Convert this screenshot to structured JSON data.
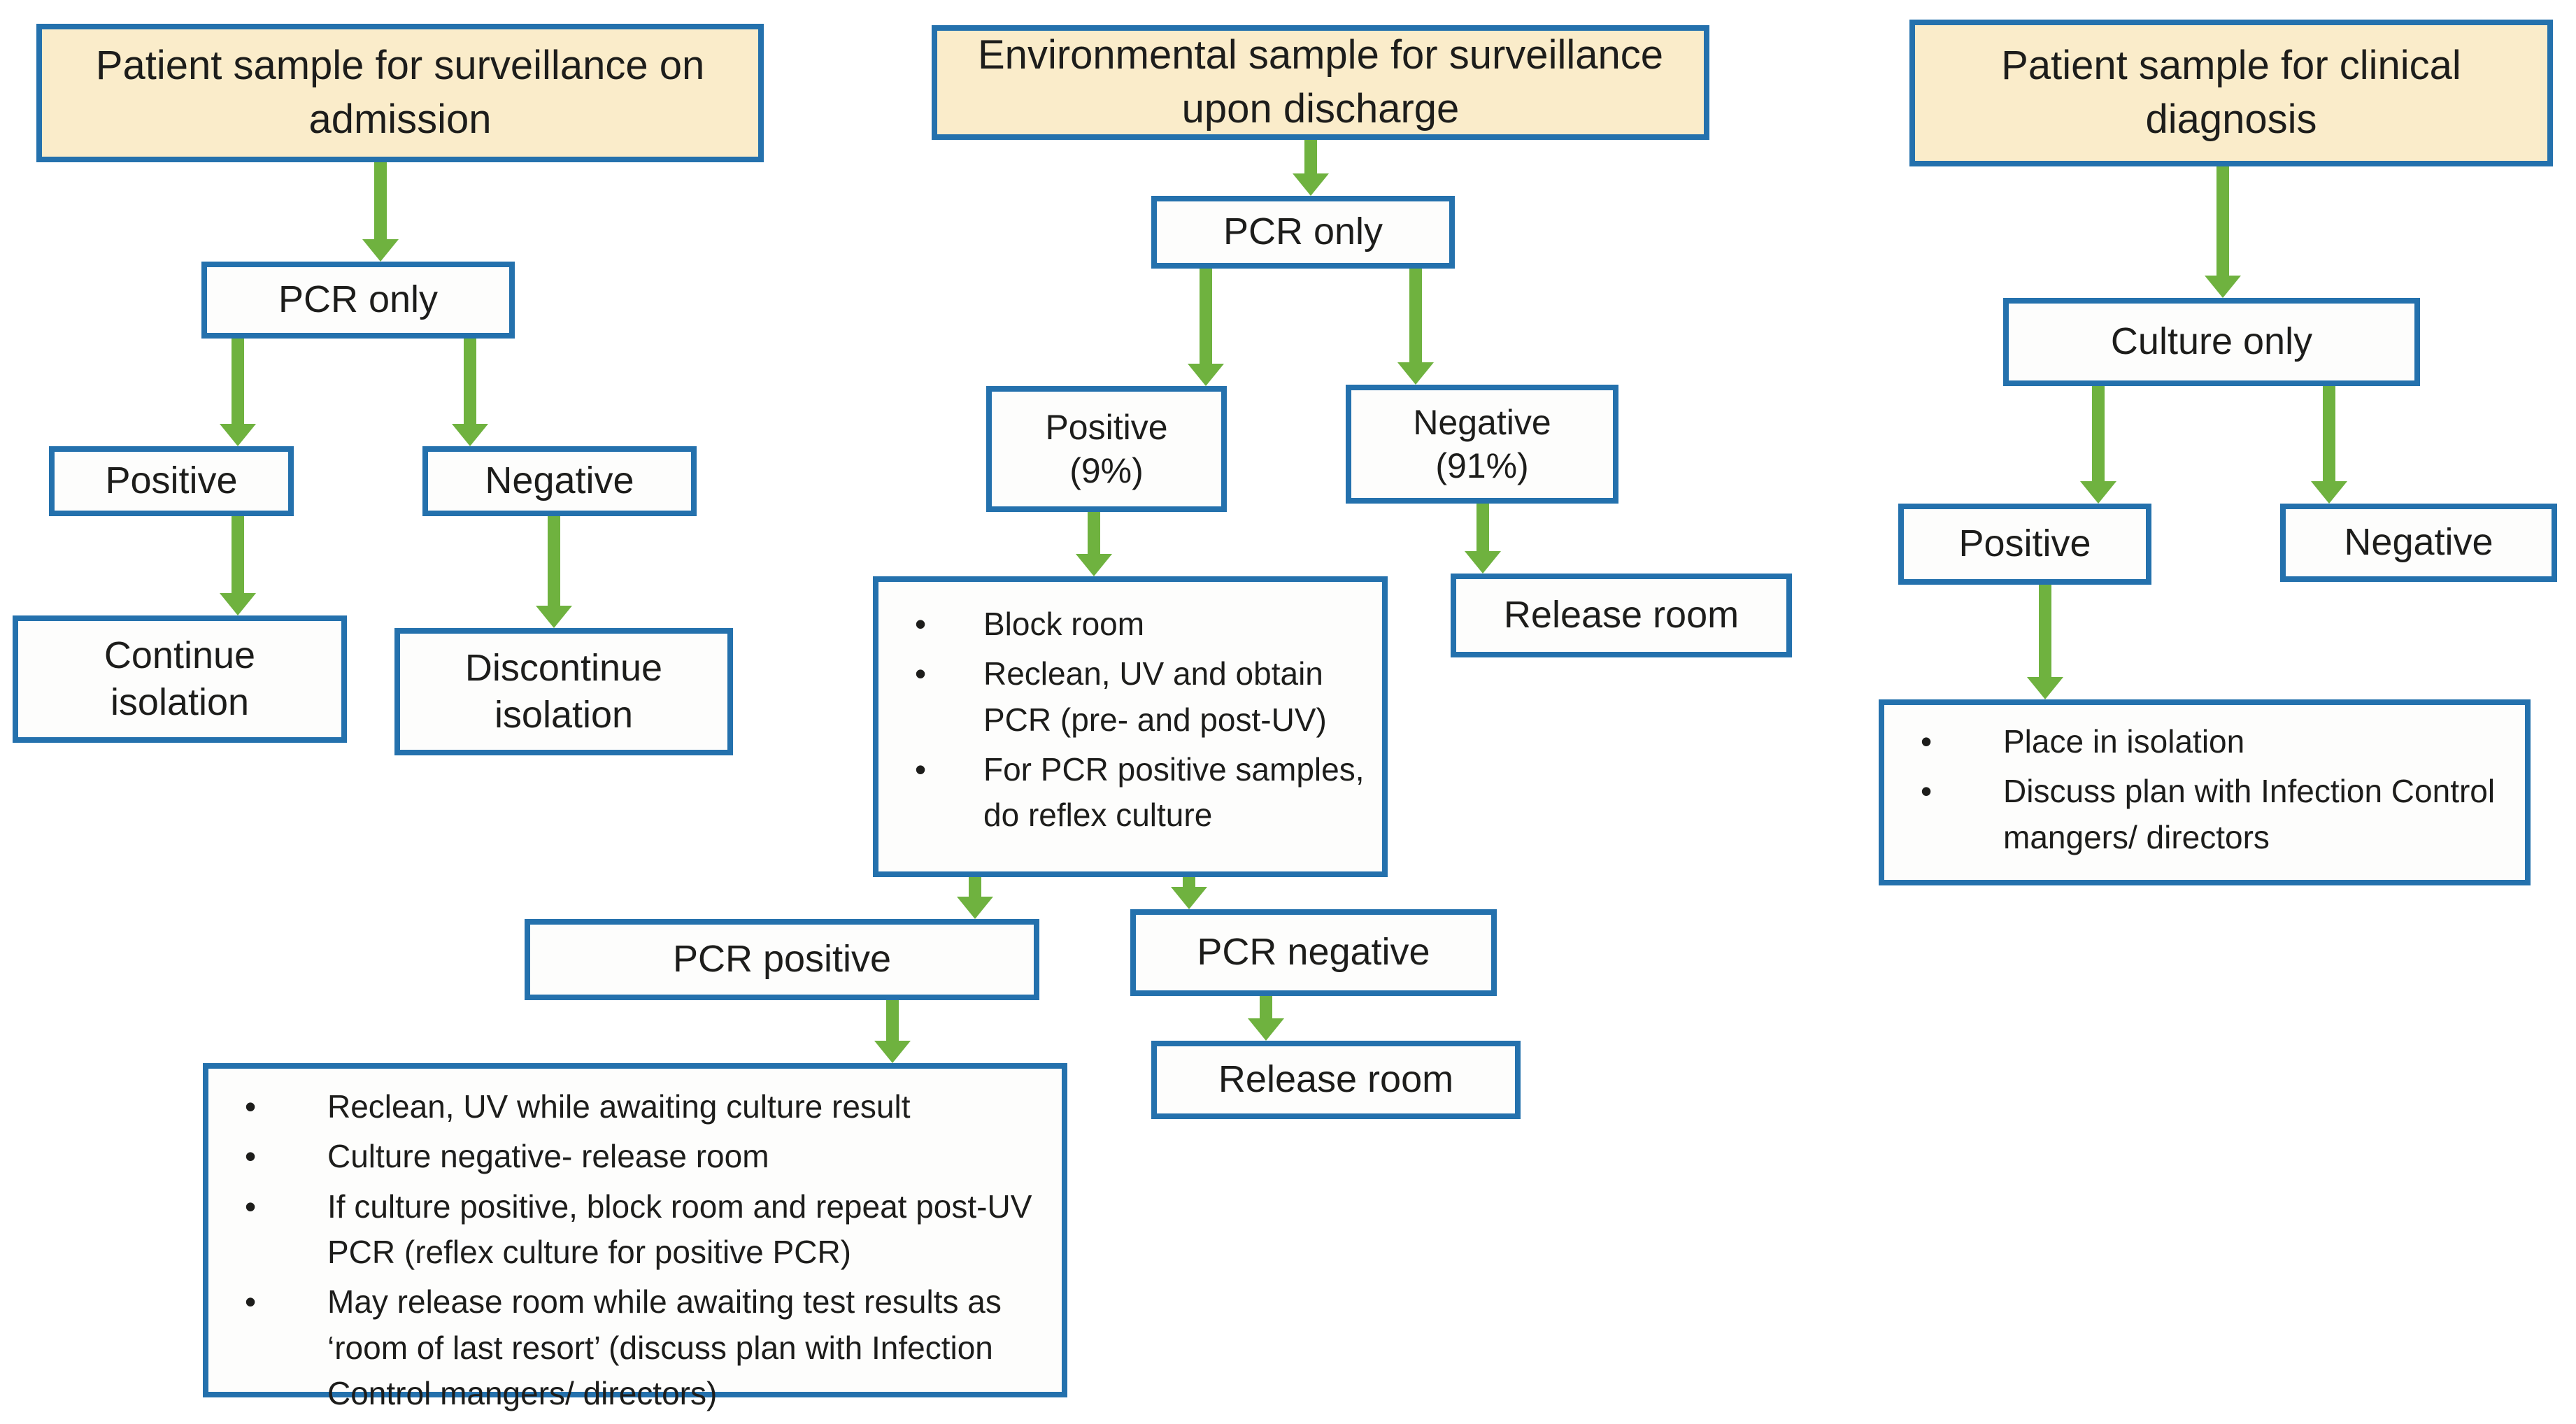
{
  "colors": {
    "blue": "#2471ad",
    "green": "#6fb23f",
    "cream": "#faecca",
    "text": "#1d1d1b",
    "node_bg": "#fdfdfc"
  },
  "flows": {
    "admission": {
      "header": "Patient sample for surveillance on admission",
      "pcr_only": "PCR only",
      "positive": "Positive",
      "negative": "Negative",
      "continue_isolation": "Continue isolation",
      "discontinue_isolation": "Discontinue isolation"
    },
    "environmental": {
      "header": "Environmental sample for surveillance upon discharge",
      "pcr_only": "PCR only",
      "positive_line1": "Positive",
      "positive_line2": "(9%)",
      "negative_line1": "Negative",
      "negative_line2": "(91%)",
      "positive_actions": {
        "items": [
          "Block room",
          "Reclean, UV and obtain PCR (pre- and post-UV)",
          "For PCR positive samples, do reflex culture"
        ]
      },
      "release_room_negative": "Release room",
      "pcr_positive": "PCR positive",
      "pcr_negative": "PCR negative",
      "release_room_pcr_negative": "Release room",
      "pcr_positive_actions": {
        "items": [
          "Reclean, UV while awaiting culture result",
          "Culture negative- release room",
          "If culture positive, block room and repeat post-UV PCR (reflex culture for positive PCR)",
          "May release room while awaiting test results as ‘room of last resort’ (discuss plan with Infection Control mangers/ directors)"
        ]
      }
    },
    "clinical": {
      "header": "Patient sample for clinical diagnosis",
      "culture_only": "Culture only",
      "positive": "Positive",
      "negative": "Negative",
      "positive_actions": {
        "items": [
          "Place in isolation",
          "Discuss plan with Infection Control mangers/ directors"
        ]
      }
    }
  }
}
